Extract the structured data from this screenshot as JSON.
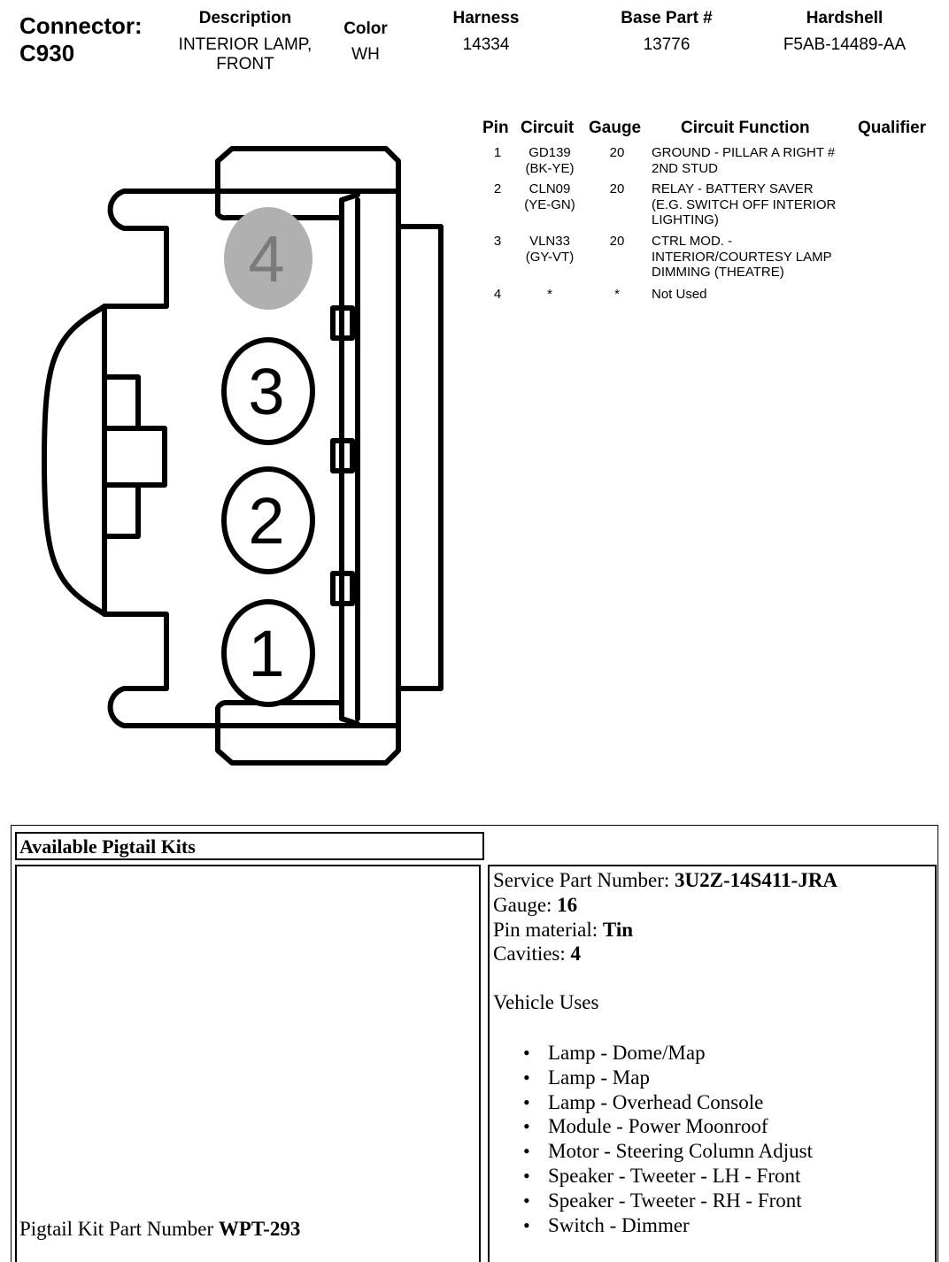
{
  "connector": {
    "label": "Connector:",
    "id": "C930"
  },
  "header": {
    "description_head": "Description",
    "description": "INTERIOR LAMP,\nFRONT",
    "color_head": "Color",
    "color": "WH",
    "harness_head": "Harness",
    "harness": "14334",
    "base_part_head": "Base Part #",
    "base_part": "13776",
    "hardshell_head": "Hardshell",
    "hardshell": "F5AB-14489-AA"
  },
  "pin_table": {
    "headers": {
      "pin": "Pin",
      "circuit": "Circuit",
      "gauge": "Gauge",
      "function": "Circuit Function",
      "qualifier": "Qualifier"
    },
    "rows": [
      {
        "pin": "1",
        "circuit": "GD139\n(BK-YE)",
        "gauge": "20",
        "function": "GROUND - PILLAR A RIGHT #\n2ND STUD",
        "qualifier": ""
      },
      {
        "pin": "2",
        "circuit": "CLN09\n(YE-GN)",
        "gauge": "20",
        "function": "RELAY - BATTERY SAVER\n(E.G. SWITCH OFF INTERIOR\nLIGHTING)",
        "qualifier": ""
      },
      {
        "pin": "3",
        "circuit": "VLN33\n(GY-VT)",
        "gauge": "20",
        "function": "CTRL MOD. -\nINTERIOR/COURTESY LAMP\nDIMMING (THEATRE)",
        "qualifier": ""
      },
      {
        "pin": "4",
        "circuit": "*",
        "gauge": "*",
        "function": "Not Used",
        "qualifier": ""
      }
    ]
  },
  "diagram": {
    "cavities": [
      {
        "label": "4",
        "used": false
      },
      {
        "label": "3",
        "used": true
      },
      {
        "label": "2",
        "used": true
      },
      {
        "label": "1",
        "used": true
      }
    ],
    "unused_fill": "#b0b0b0",
    "unused_text_color": "#7a7a7a"
  },
  "pigtail": {
    "section_title": "Available Pigtail Kits",
    "kit_label": "Pigtail Kit Part Number ",
    "kit_number": "WPT-293",
    "service_part_label": "Service Part Number: ",
    "service_part_value": "3U2Z-14S411-JRA",
    "gauge_label": "Gauge: ",
    "gauge_value": "16",
    "pin_material_label": "Pin material: ",
    "pin_material_value": "Tin",
    "cavities_label": "Cavities: ",
    "cavities_value": "4",
    "vehicle_uses_title": "Vehicle Uses",
    "vehicle_uses": [
      "Lamp - Dome/Map",
      "Lamp - Map",
      "Lamp - Overhead Console",
      "Module - Power Moonroof",
      "Motor - Steering Column Adjust",
      "Speaker - Tweeter - LH - Front",
      "Speaker - Tweeter - RH - Front",
      "Switch - Dimmer"
    ]
  }
}
